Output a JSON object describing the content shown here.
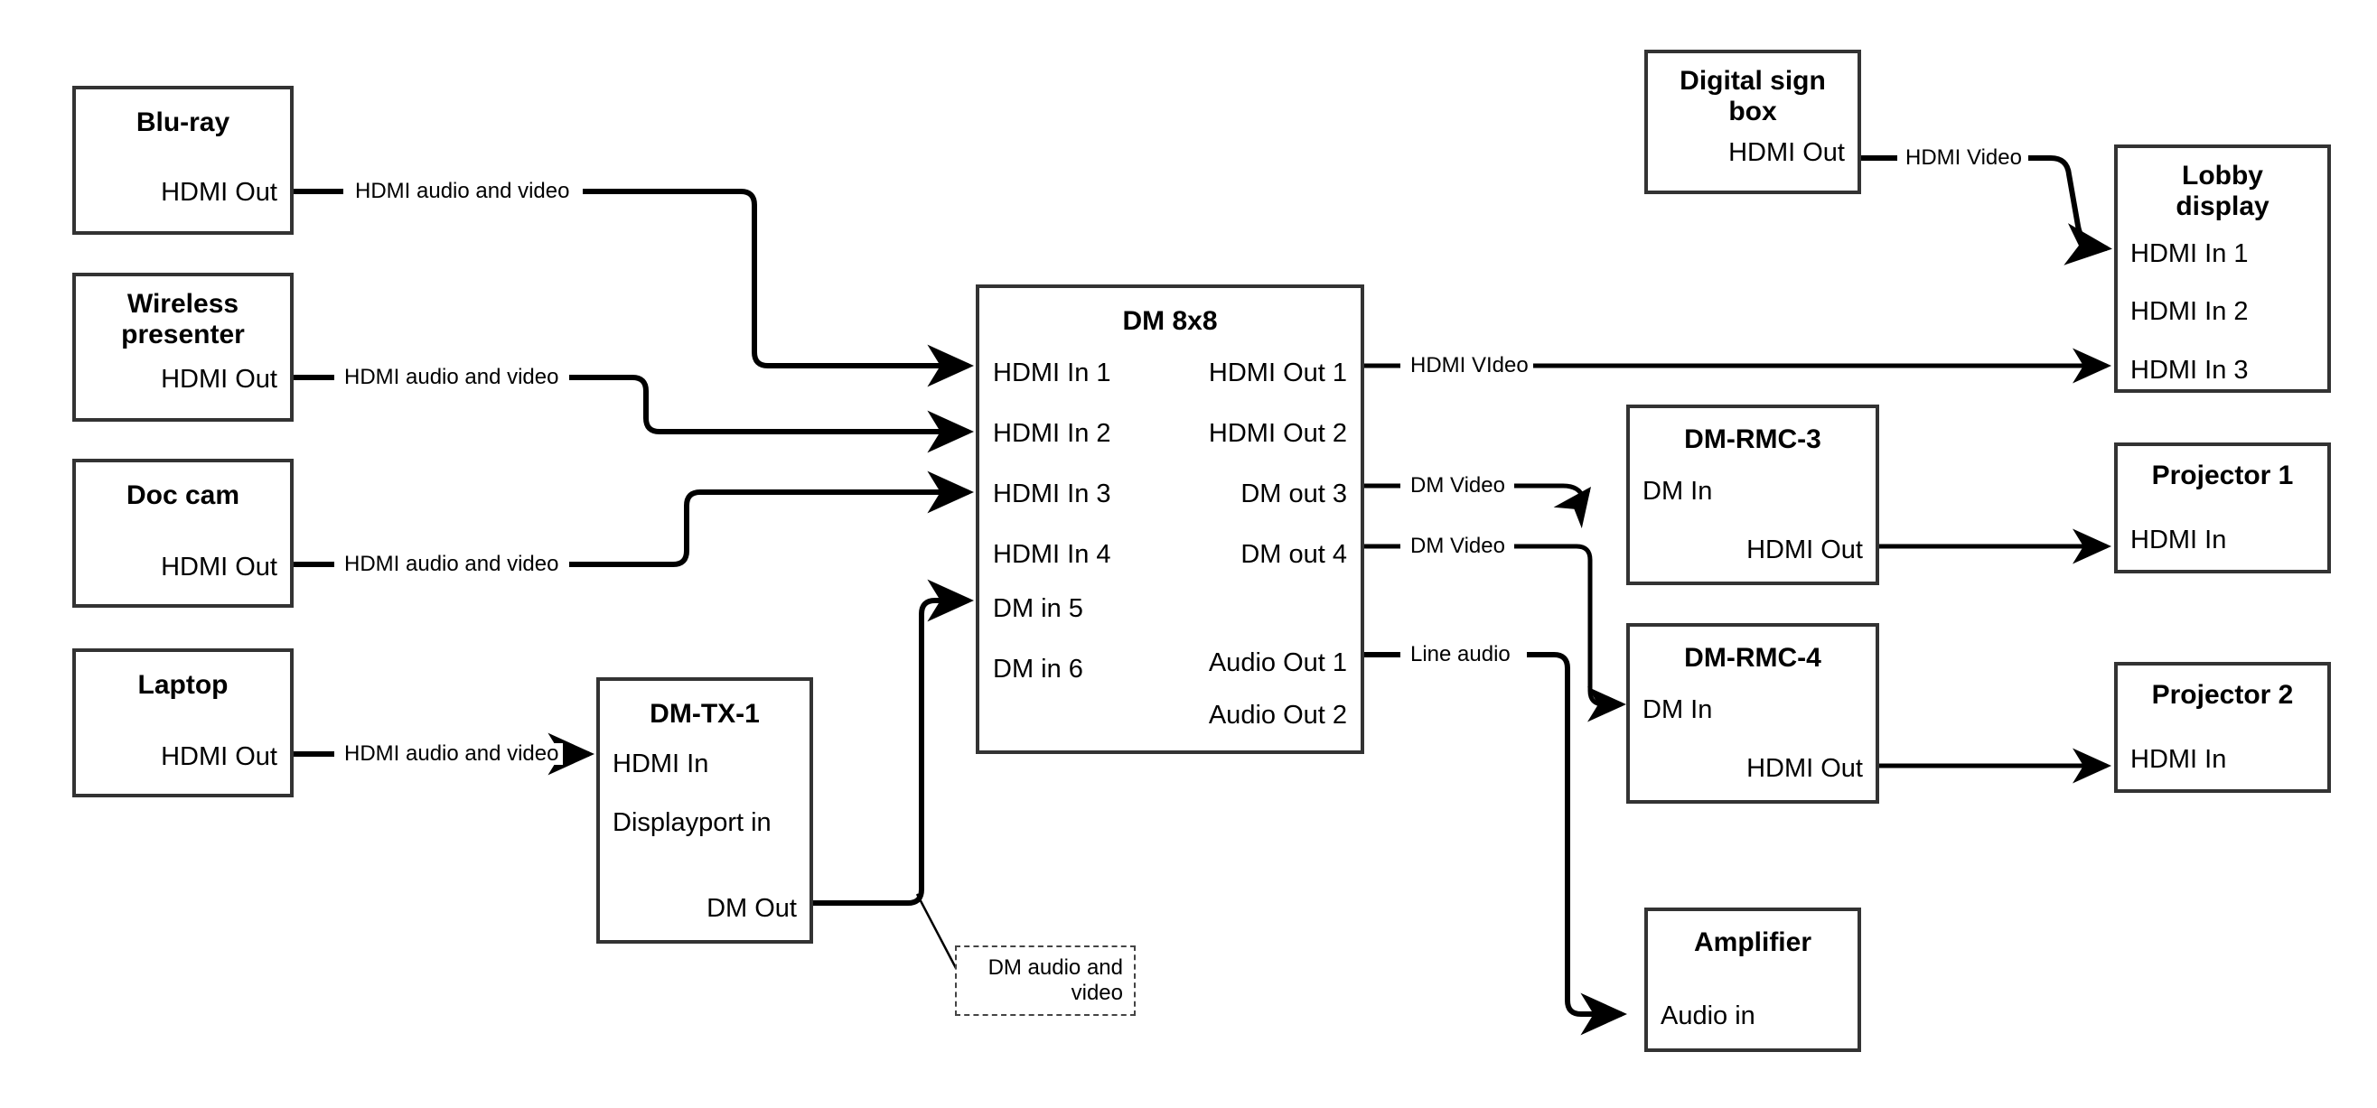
{
  "diagram": {
    "title": "AV signal flow diagram",
    "stroke_color": "#333333",
    "line_color": "#000000",
    "background": "#ffffff"
  },
  "nodes": [
    {
      "id": "blu-ray",
      "title": "Blu-ray",
      "ports": [
        {
          "label": "HDMI Out",
          "align": "right"
        }
      ]
    },
    {
      "id": "wireless-presenter",
      "title": "Wireless presenter",
      "title_lines": [
        "Wireless",
        "presenter"
      ],
      "ports": [
        {
          "label": "HDMI Out",
          "align": "right"
        }
      ]
    },
    {
      "id": "doc-cam",
      "title": "Doc cam",
      "ports": [
        {
          "label": "HDMI Out",
          "align": "right"
        }
      ]
    },
    {
      "id": "laptop",
      "title": "Laptop",
      "ports": [
        {
          "label": "HDMI Out",
          "align": "right"
        }
      ]
    },
    {
      "id": "dm-tx-1",
      "title": "DM-TX-1",
      "ports": [
        {
          "label": "HDMI In",
          "align": "left"
        },
        {
          "label": "Displayport in",
          "align": "left"
        },
        {
          "label": "DM Out",
          "align": "right"
        }
      ]
    },
    {
      "id": "dm-8x8",
      "title": "DM 8x8",
      "ports": [
        {
          "label": "HDMI In 1",
          "align": "left"
        },
        {
          "label": "HDMI In 2",
          "align": "left"
        },
        {
          "label": "HDMI In 3",
          "align": "left"
        },
        {
          "label": "HDMI In 4",
          "align": "left"
        },
        {
          "label": "DM in 5",
          "align": "left"
        },
        {
          "label": "DM in 6",
          "align": "left"
        },
        {
          "label": "HDMI Out 1",
          "align": "right"
        },
        {
          "label": "HDMI Out 2",
          "align": "right"
        },
        {
          "label": "DM out 3",
          "align": "right"
        },
        {
          "label": "DM out 4",
          "align": "right"
        },
        {
          "label": "Audio Out 1",
          "align": "right"
        },
        {
          "label": "Audio Out 2",
          "align": "right"
        }
      ]
    },
    {
      "id": "digital-sign-box",
      "title": "Digital sign box",
      "title_lines": [
        "Digital sign",
        "box"
      ],
      "ports": [
        {
          "label": "HDMI Out",
          "align": "right"
        }
      ]
    },
    {
      "id": "lobby-display",
      "title": "Lobby display",
      "title_lines": [
        "Lobby",
        "display"
      ],
      "ports": [
        {
          "label": "HDMI In 1",
          "align": "left"
        },
        {
          "label": "HDMI In 2",
          "align": "left"
        },
        {
          "label": "HDMI In 3",
          "align": "left"
        }
      ]
    },
    {
      "id": "dm-rmc-3",
      "title": "DM-RMC-3",
      "ports": [
        {
          "label": "DM In",
          "align": "left"
        },
        {
          "label": "HDMI Out",
          "align": "right"
        }
      ]
    },
    {
      "id": "dm-rmc-4",
      "title": "DM-RMC-4",
      "ports": [
        {
          "label": "DM In",
          "align": "left"
        },
        {
          "label": "HDMI Out",
          "align": "right"
        }
      ]
    },
    {
      "id": "projector-1",
      "title": "Projector 1",
      "ports": [
        {
          "label": "HDMI In",
          "align": "left"
        }
      ]
    },
    {
      "id": "projector-2",
      "title": "Projector 2",
      "ports": [
        {
          "label": "HDMI In",
          "align": "left"
        }
      ]
    },
    {
      "id": "amplifier",
      "title": "Amplifier",
      "ports": [
        {
          "label": "Audio in",
          "align": "left"
        }
      ]
    }
  ],
  "callout": {
    "text": "DM audio and video"
  },
  "edges": [
    {
      "id": "blu-ray-to-hdmi-in-1",
      "label": "HDMI audio and video",
      "from": "blu-ray HDMI Out",
      "to": "dm-8x8 HDMI In 1"
    },
    {
      "id": "wireless-presenter-to-hdmi-in-2",
      "label": "HDMI audio and video",
      "from": "wireless-presenter HDMI Out",
      "to": "dm-8x8 HDMI In 2"
    },
    {
      "id": "doc-cam-to-hdmi-in-3",
      "label": "HDMI audio and video",
      "from": "doc-cam HDMI Out",
      "to": "dm-8x8 HDMI In 3"
    },
    {
      "id": "laptop-to-dm-tx-1",
      "label": "HDMI audio and video",
      "from": "laptop HDMI Out",
      "to": "dm-tx-1 HDMI In"
    },
    {
      "id": "dm-tx-1-to-dm-in-5",
      "label": "DM audio and video",
      "from": "dm-tx-1 DM Out",
      "to": "dm-8x8 DM in 5"
    },
    {
      "id": "hdmi-out-1-to-lobby-hdmi-in-3",
      "label": "HDMI VIdeo",
      "from": "dm-8x8 HDMI Out 1",
      "to": "lobby-display HDMI In 3"
    },
    {
      "id": "dm-out-3-to-dm-rmc-3",
      "label": "DM Video",
      "from": "dm-8x8 DM out 3",
      "to": "dm-rmc-3 DM In"
    },
    {
      "id": "dm-out-4-to-dm-rmc-4",
      "label": "DM Video",
      "from": "dm-8x8 DM out 4",
      "to": "dm-rmc-4 DM In"
    },
    {
      "id": "audio-out-1-to-amplifier",
      "label": "Line audio",
      "from": "dm-8x8 Audio Out 1",
      "to": "amplifier Audio in"
    },
    {
      "id": "digital-sign-to-lobby-hdmi-in-1",
      "label": "HDMI Video",
      "from": "digital-sign-box HDMI Out",
      "to": "lobby-display HDMI In 1"
    },
    {
      "id": "dm-rmc-3-to-projector-1",
      "label": "",
      "from": "dm-rmc-3 HDMI Out",
      "to": "projector-1 HDMI In"
    },
    {
      "id": "dm-rmc-4-to-projector-2",
      "label": "",
      "from": "dm-rmc-4 HDMI Out",
      "to": "projector-2 HDMI In"
    }
  ]
}
